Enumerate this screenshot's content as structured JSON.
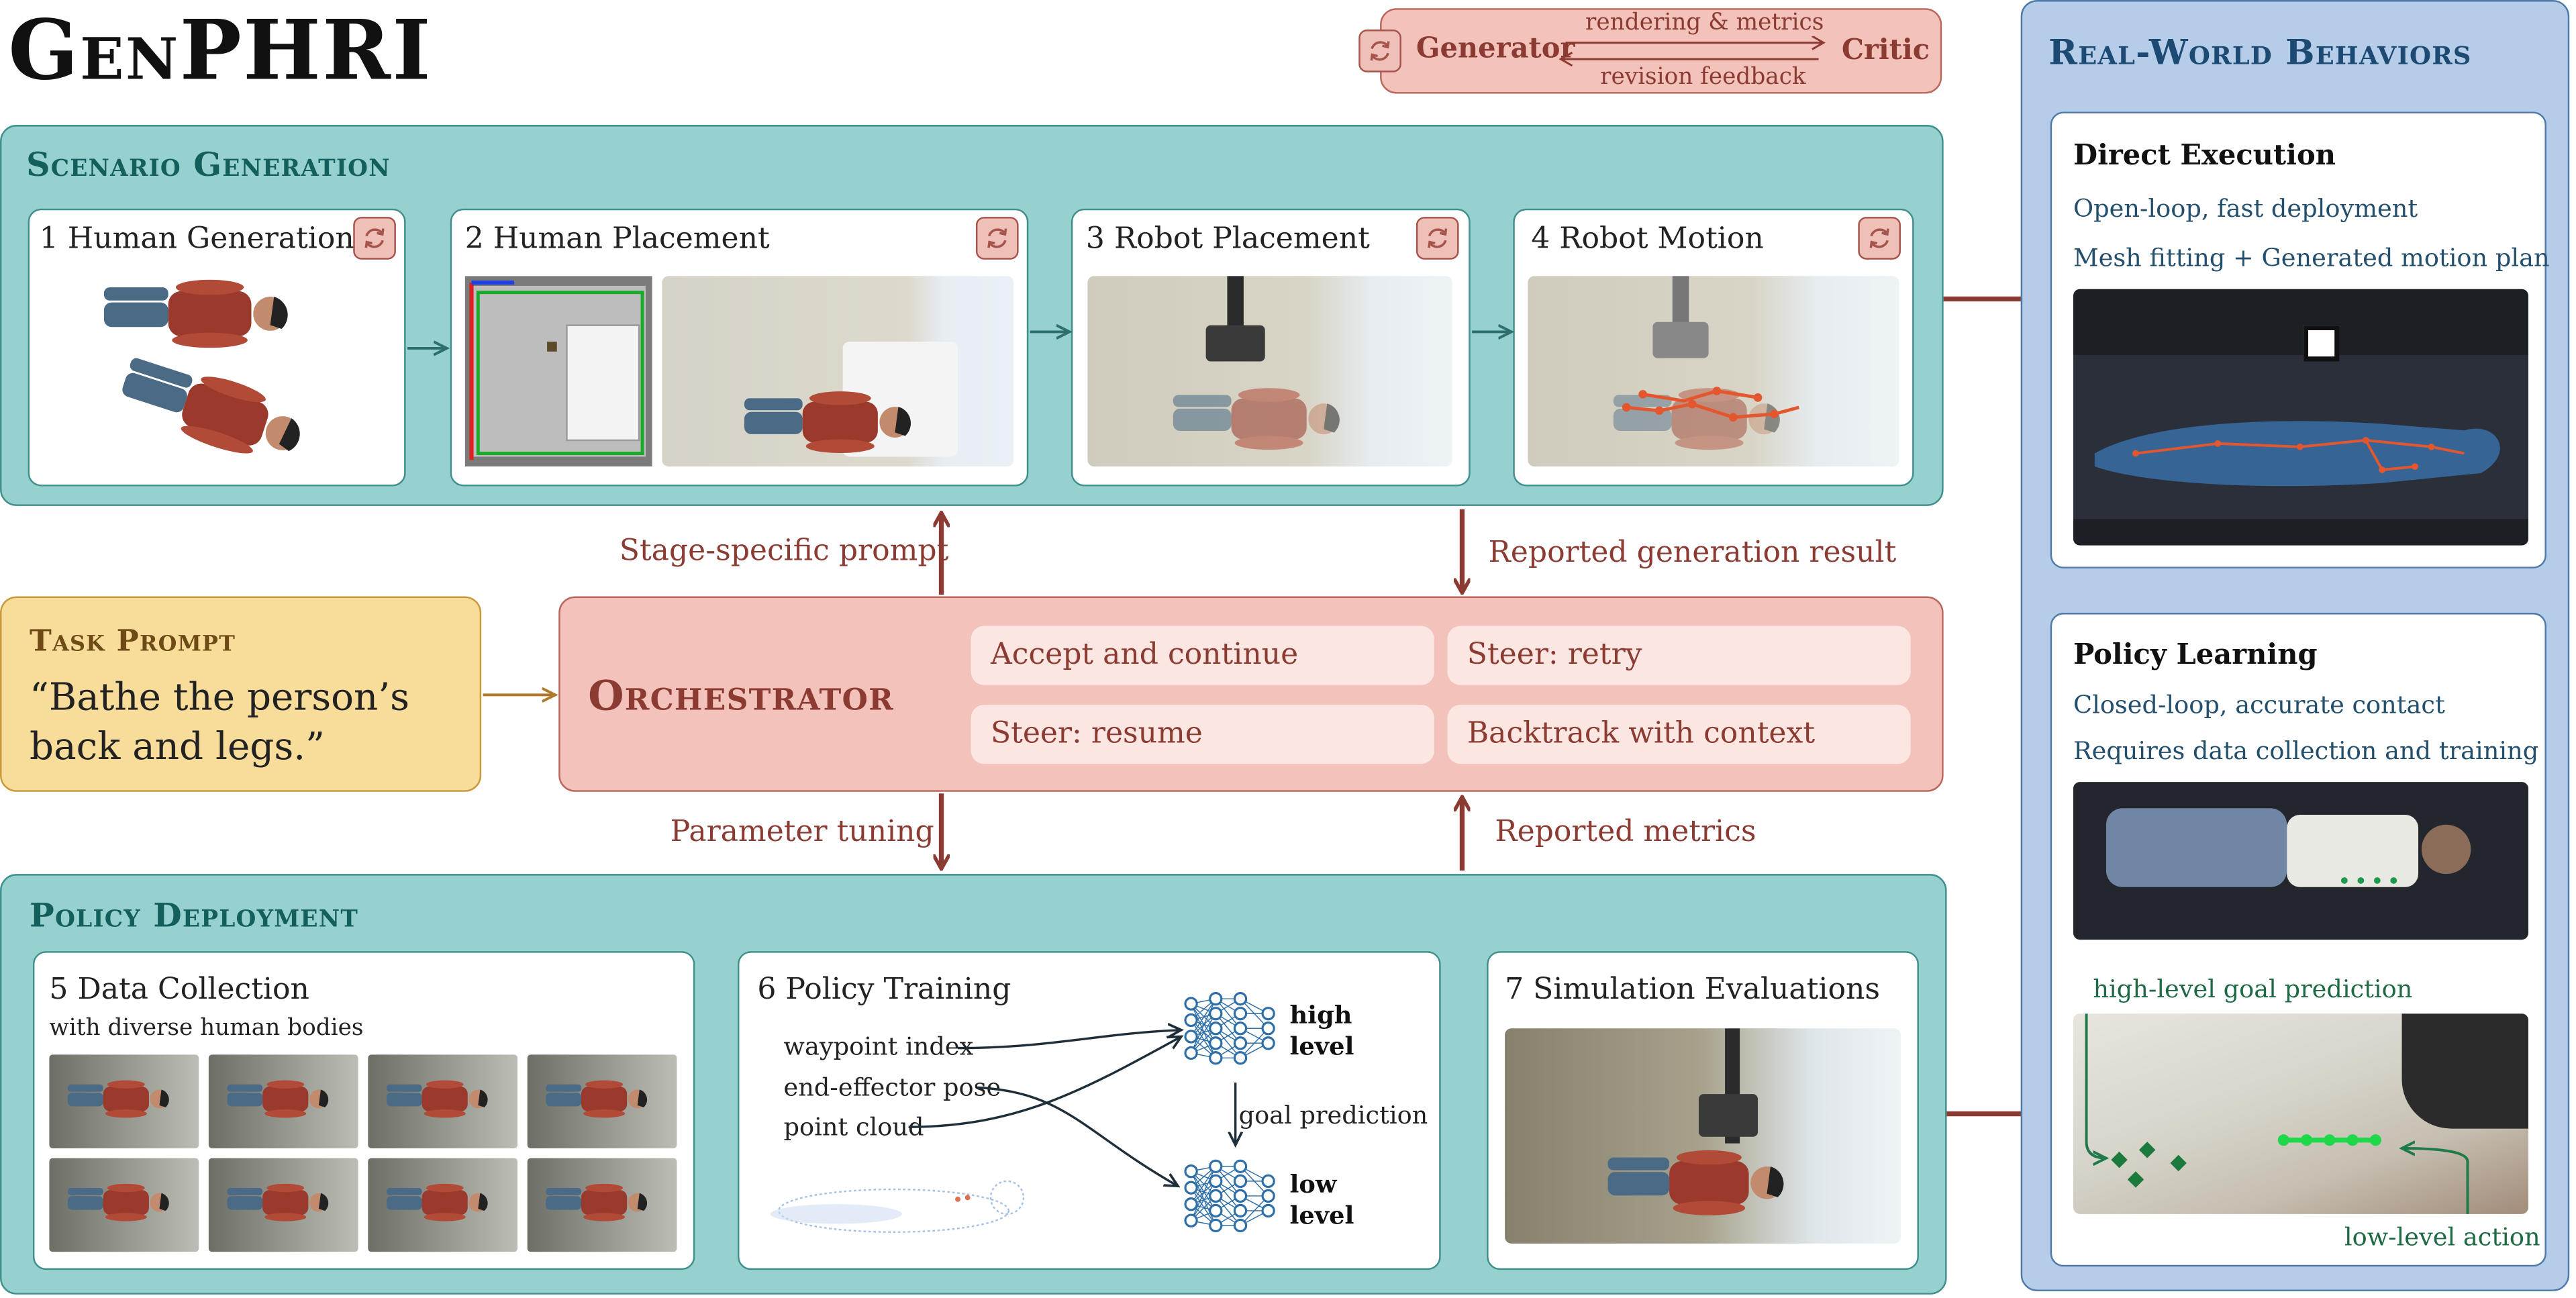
{
  "title": "GenPHRI",
  "loop": {
    "generator": "Generator",
    "critic": "Critic",
    "forward": "rendering & metrics",
    "backward": "revision feedback"
  },
  "scenario": {
    "title": "Scenario Generation",
    "stages": [
      {
        "label": "1 Human Generation"
      },
      {
        "label": "2 Human Placement"
      },
      {
        "label": "3 Robot Placement"
      },
      {
        "label": "4 Robot Motion"
      }
    ]
  },
  "task": {
    "title": "Task Prompt",
    "text": "“Bathe the person’s back and legs.”"
  },
  "orchestrator": {
    "title": "Orchestrator",
    "options": [
      "Accept and continue",
      "Steer: retry",
      "Steer: resume",
      "Backtrack with context"
    ]
  },
  "arrows": {
    "stage_prompt": "Stage-specific prompt",
    "reported_generation": "Reported generation result",
    "parameter_tuning": "Parameter tuning",
    "reported_metrics": "Reported metrics"
  },
  "policy": {
    "title": "Policy Deployment",
    "data_collection": {
      "label": "5 Data Collection",
      "sub": "with diverse human bodies"
    },
    "training": {
      "label": "6 Policy Training",
      "inputs": [
        "waypoint index",
        "end-effector pose",
        "point cloud"
      ],
      "high_a": "high",
      "high_b": "level",
      "low_a": "low",
      "low_b": "level",
      "goal": "goal prediction"
    },
    "evaluation": {
      "label": "7 Simulation Evaluations"
    }
  },
  "real_world": {
    "title": "Real-World Behaviors",
    "direct": {
      "title": "Direct Execution",
      "line1": "Open-loop, fast deployment",
      "line2": "Mesh fitting + Generated motion plan"
    },
    "learning": {
      "title": "Policy Learning",
      "line1": "Closed-loop, accurate contact",
      "line2": "Requires data collection and training",
      "goal_label": "high-level goal prediction",
      "action_label": "low-level action"
    }
  },
  "colors": {
    "teal_bg": "#96d1cf",
    "teal_border": "#3f8f8c",
    "pink_bg": "#f2c2bb",
    "pink_border": "#b9665c",
    "yellow_bg": "#f8dc9a",
    "blue_bg": "#b5cde8",
    "arrow": "#8c3b33"
  }
}
